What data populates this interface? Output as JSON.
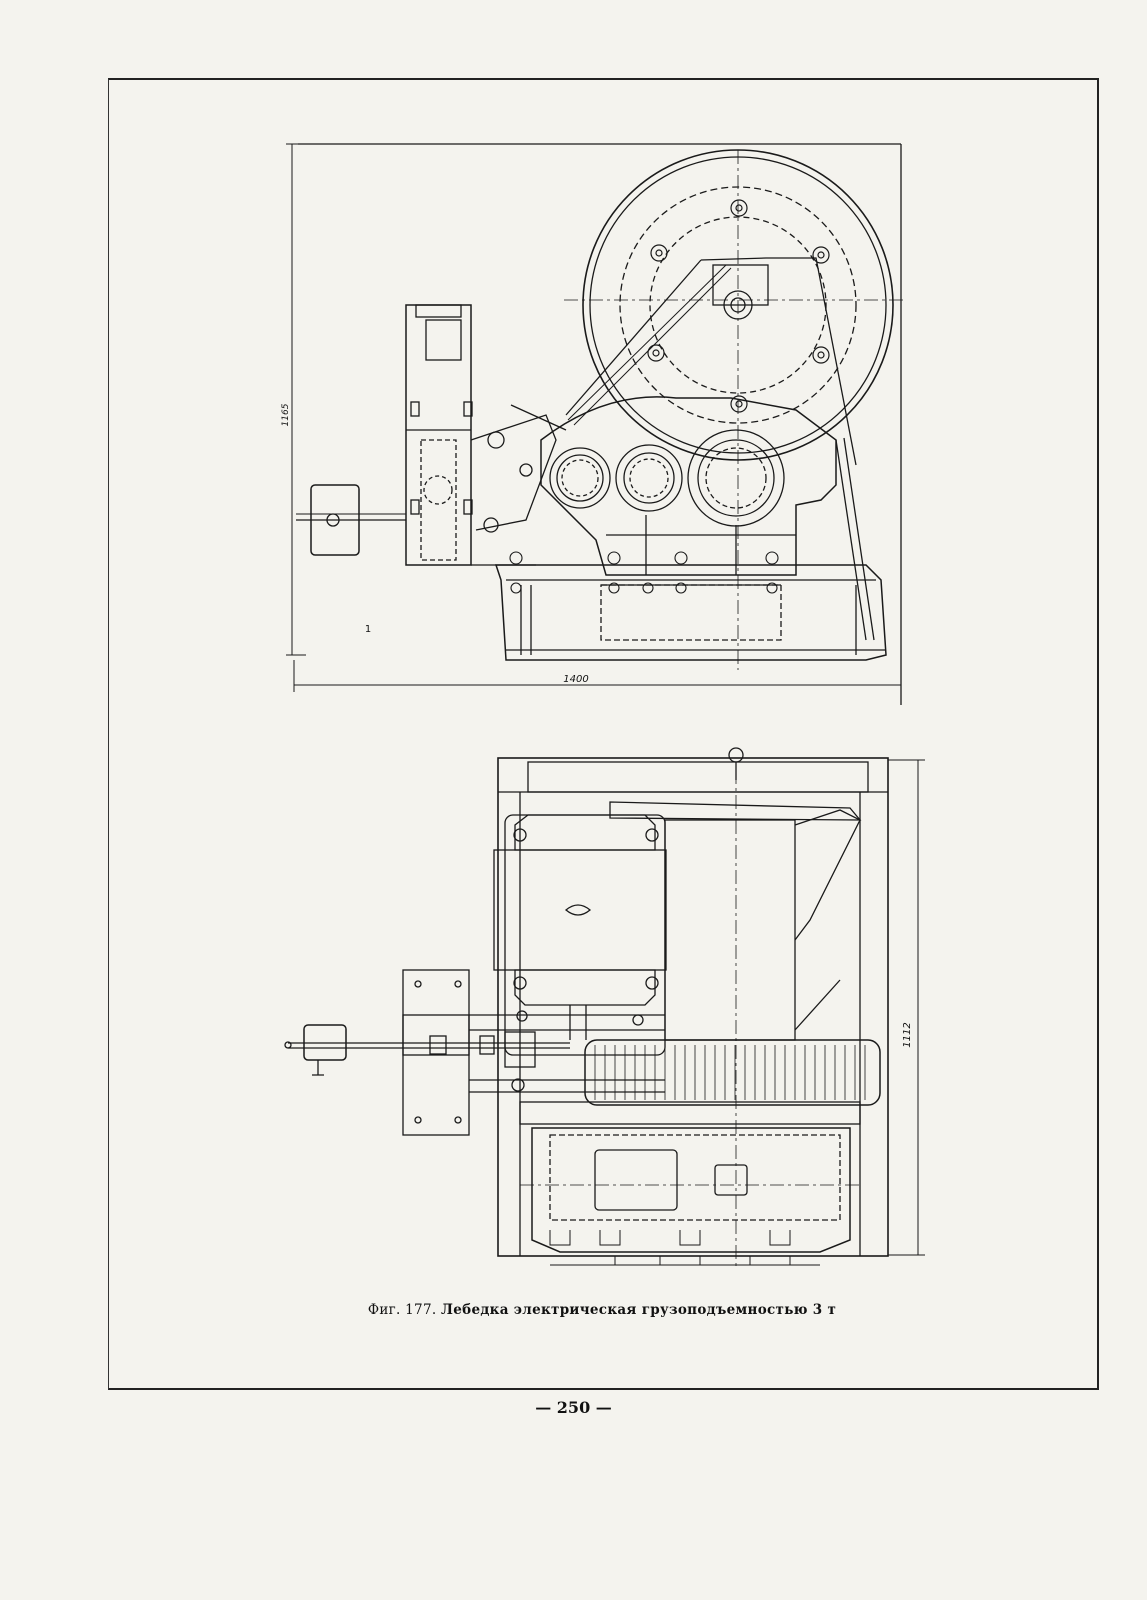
{
  "side_view": {
    "dim_height": "1165",
    "dim_width": "1400",
    "part_label": "1"
  },
  "top_view": {
    "dim_depth": "1112"
  },
  "caption": {
    "prefix": "Фиг. 177.",
    "text": "Лебедка электрическая грузоподъемностью 3 т"
  },
  "page_number": "250"
}
